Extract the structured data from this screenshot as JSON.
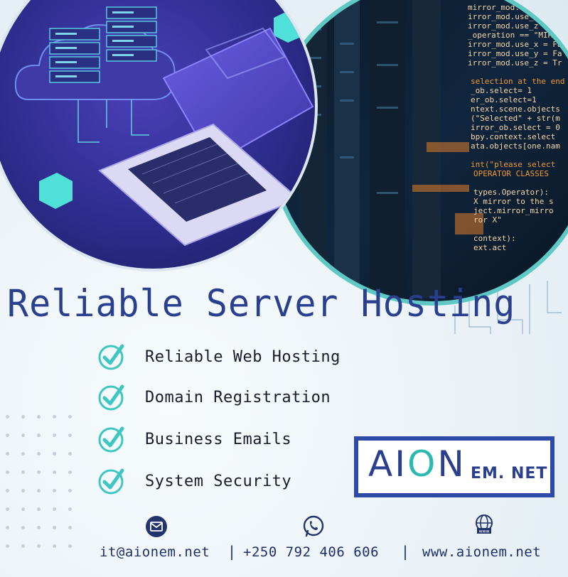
{
  "headline": "Reliable Server Hosting",
  "features": [
    {
      "label": "Reliable Web Hosting",
      "icon": "check-circle-icon"
    },
    {
      "label": "Domain Registration",
      "icon": "check-circle-icon"
    },
    {
      "label": "Business Emails",
      "icon": "check-circle-icon"
    },
    {
      "label": "System Security",
      "icon": "check-circle-icon"
    }
  ],
  "logo": {
    "main_a": "AI",
    "main_o": "O",
    "main_n": "N",
    "sub": "EM. NET"
  },
  "contact": {
    "email": "it@aionem.net",
    "phone": "+250 792 406 606",
    "website": "www.aionem.net",
    "separator": "|"
  },
  "code_lines": [
    "mirror_mod.use_x = Fa",
    "irror_mod.use_y = Tr",
    "irror_mod.use_z = Fa",
    "_operation == \"MIRRO",
    "irror_mod.use_x = Fa",
    "irror_mod.use_y = Fa",
    "irror_mod.use_z = Tr",
    "selection at the end",
    "_ob.select= 1",
    "er_ob.select=1",
    "ntext.scene.objects",
    "(\"Selected\" + str(m",
    "irror_ob.select = 0",
    "bpy.context.select",
    "ata.objects[one.nam",
    "int(\"please select",
    "OPERATOR CLASSES",
    "types.Operator):",
    "X mirror to the s",
    "ject.mirror_mirro",
    "ror X\"",
    "context):",
    "ext.act"
  ],
  "colors": {
    "brand_blue": "#2a3f8e",
    "accent_teal": "#2bb9b0",
    "check_teal": "#3ec6c0",
    "code_orange": "#f29a2e"
  }
}
